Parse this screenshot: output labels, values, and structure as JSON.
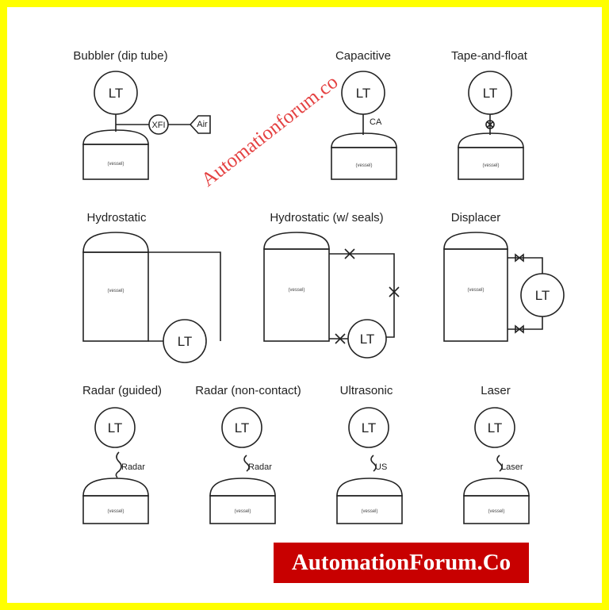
{
  "titles": {
    "bubbler": "Bubbler (dip tube)",
    "capacitive": "Capacitive",
    "tape": "Tape-and-float",
    "hydro": "Hydrostatic",
    "hydro_seals": "Hydrostatic (w/ seals)",
    "displacer": "Displacer",
    "radar_guided": "Radar (guided)",
    "radar_nc": "Radar (non-contact)",
    "ultrasonic": "Ultrasonic",
    "laser": "Laser"
  },
  "labels": {
    "lt": "LT",
    "xfi": "XFI",
    "air": "Air",
    "ca": "CA",
    "vessel": "(vessel)",
    "radar": "Radar",
    "us": "US",
    "laser": "Laser"
  },
  "watermark": "Automationforum.co",
  "logo": "AutomationForum.Co",
  "colors": {
    "border": "#ffff00",
    "logo_bg": "#c80000",
    "watermark": "#e02020"
  }
}
